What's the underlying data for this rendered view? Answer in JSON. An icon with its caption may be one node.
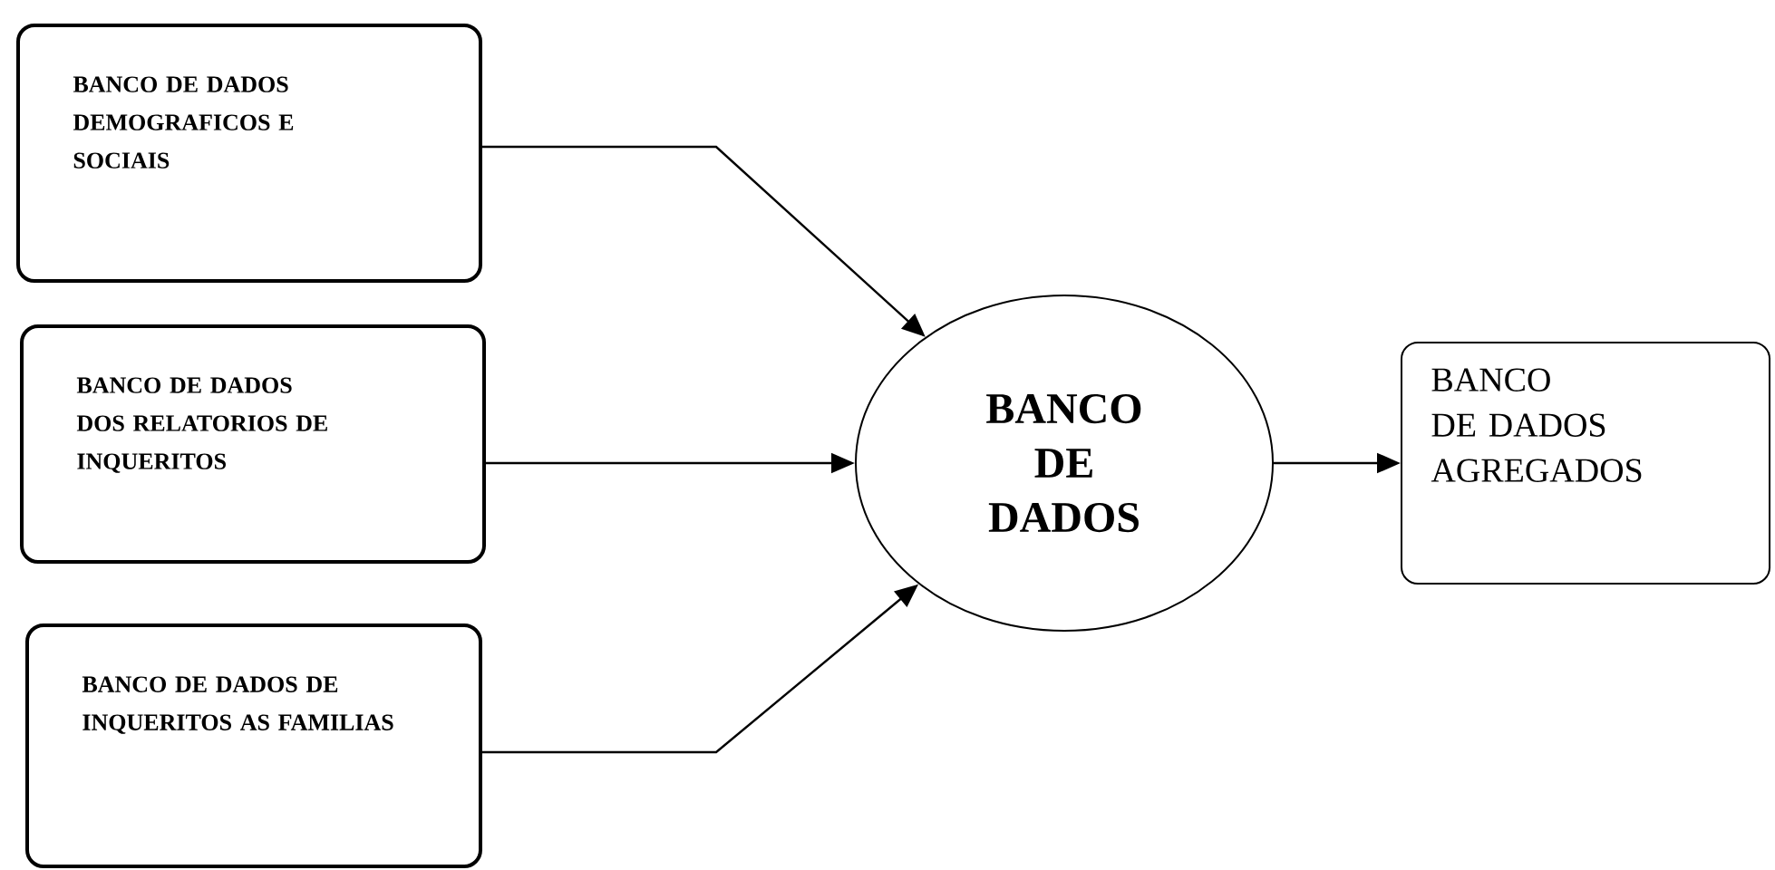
{
  "diagram": {
    "nodes": [
      {
        "text": [
          "BANCO DE DADOS DEMOGRAFICOS E SOCIAIS"
        ]
      },
      {
        "text": [
          "BANCO DE DADOS DOS RELATORIOS DE INQUERITOS"
        ]
      },
      {
        "text": [
          "BANCO DE DADOS DE INQUERITOS AS FAMILIAS"
        ]
      },
      {
        "text": [
          "BANCO DE DADOS"
        ]
      },
      {
        "text": [
          "BANCO DE DADOS AGREGADOS"
        ]
      }
    ],
    "edges": [
      {
        "from": 0,
        "to": 3,
        "arrow": "to"
      },
      {
        "from": 1,
        "to": 3,
        "arrow": "to"
      },
      {
        "from": 2,
        "to": 3,
        "arrow": "to"
      },
      {
        "from": 3,
        "to": 4,
        "arrow": "to"
      }
    ]
  }
}
